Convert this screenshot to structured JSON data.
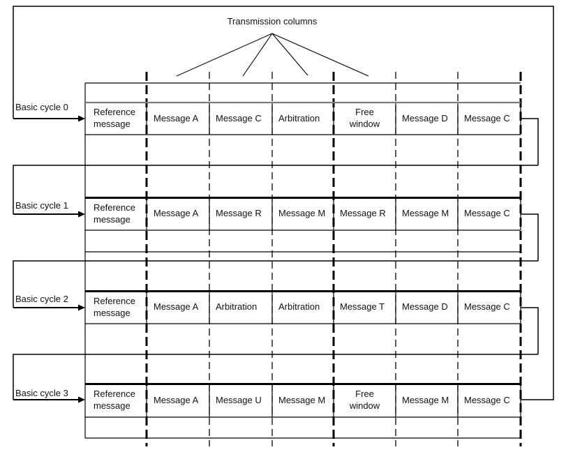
{
  "title": "Transmission columns",
  "cycles": [
    {
      "label": "Basic cycle 0",
      "cells": [
        "Reference\nmessage",
        "Message A",
        "Message C",
        "Arbitration",
        "Free\nwindow",
        "Message D",
        "Message C"
      ]
    },
    {
      "label": "Basic cycle 1",
      "cells": [
        "Reference\nmessage",
        "Message A",
        "Message R",
        "Message M",
        "Message R",
        "Message M",
        "Message C"
      ]
    },
    {
      "label": "Basic cycle 2",
      "cells": [
        "Reference\nmessage",
        "Message A",
        "Arbitration",
        "Arbitration",
        "Message T",
        "Message D",
        "Message C"
      ]
    },
    {
      "label": "Basic cycle 3",
      "cells": [
        "Reference\nmessage",
        "Message A",
        "Message U",
        "Message M",
        "Free\nwindow",
        "Message M",
        "Message C"
      ]
    }
  ],
  "columns_count": 7,
  "colors": {
    "line": "#000000",
    "gray_divider": "#7d7d7d",
    "background": "#ffffff",
    "text": "#111111"
  }
}
